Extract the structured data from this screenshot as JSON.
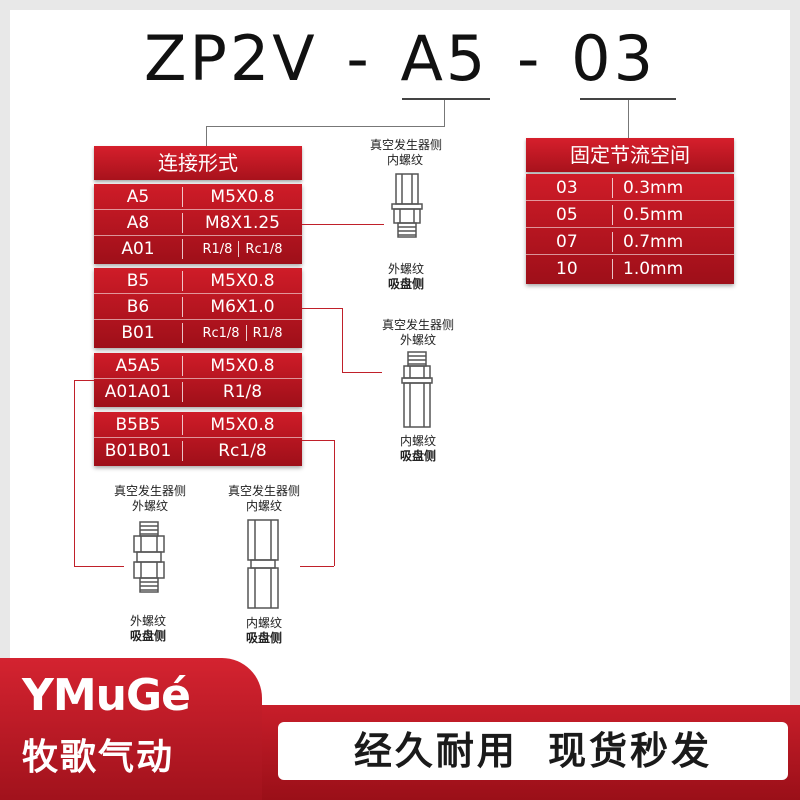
{
  "model": {
    "text": "ZP2V - A5 - 03"
  },
  "connection": {
    "title": "连接形式",
    "group1": [
      {
        "code": "A5",
        "thread": "M5X0.8"
      },
      {
        "code": "A8",
        "thread": "M8X1.25"
      },
      {
        "code": "A01",
        "thread_a": "R1/8",
        "thread_b": "Rc1/8"
      }
    ],
    "group2": [
      {
        "code": "B5",
        "thread": "M5X0.8"
      },
      {
        "code": "B6",
        "thread": "M6X1.0"
      },
      {
        "code": "B01",
        "thread_a": "Rc1/8",
        "thread_b": "R1/8"
      }
    ],
    "group3": [
      {
        "code": "A5A5",
        "thread": "M5X0.8"
      },
      {
        "code": "A01A01",
        "thread": "R1/8"
      }
    ],
    "group4": [
      {
        "code": "B5B5",
        "thread": "M5X0.8"
      },
      {
        "code": "B01B01",
        "thread": "Rc1/8"
      }
    ]
  },
  "orifice": {
    "title": "固定节流空间",
    "rows": [
      {
        "code": "03",
        "size": "0.3mm"
      },
      {
        "code": "05",
        "size": "0.5mm"
      },
      {
        "code": "07",
        "size": "0.7mm"
      },
      {
        "code": "10",
        "size": "1.0mm"
      }
    ]
  },
  "labels": {
    "generator_side": "真空发生器侧",
    "pad_side": "吸盘侧",
    "male_thread": "外螺纹",
    "female_thread": "内螺纹"
  },
  "brand": {
    "logo": "YMuGé",
    "name": "牧歌气动"
  },
  "slogan": "经久耐用 现货秒发",
  "colors": {
    "accent": "#c0202a",
    "text": "#111111"
  }
}
